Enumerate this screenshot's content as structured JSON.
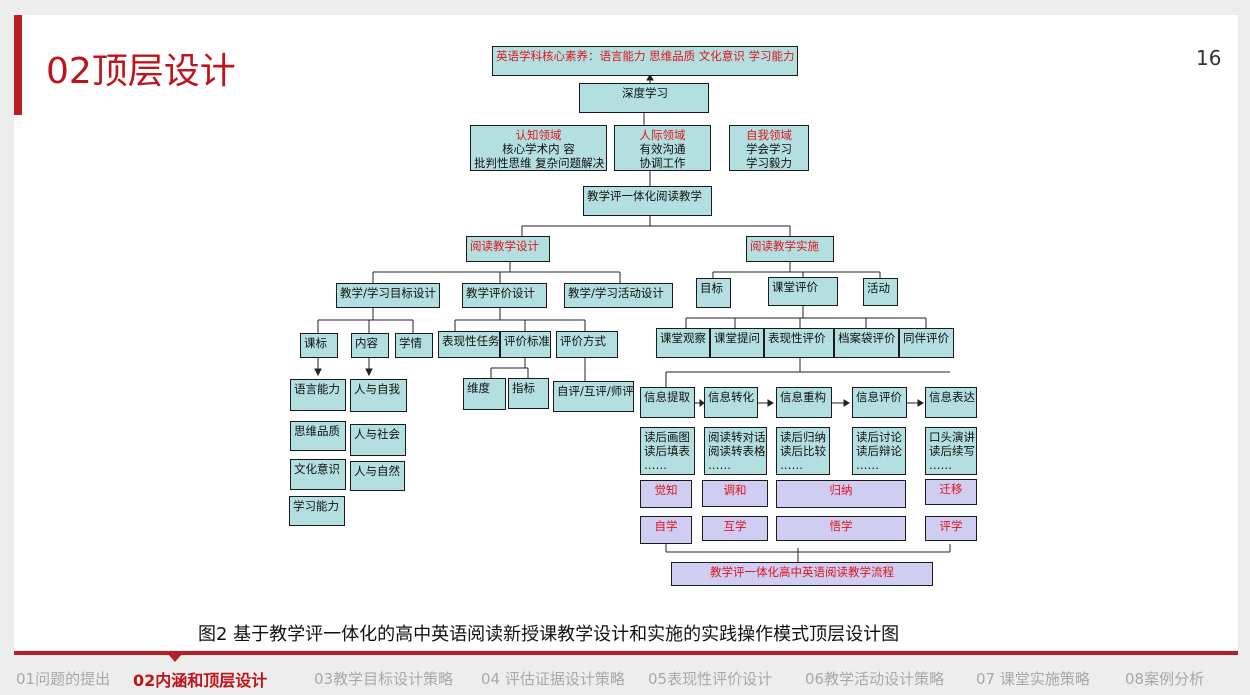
{
  "title": "02顶层设计",
  "page_number": "16",
  "caption": "图2  基于教学评一体化的高中英语阅读新授课教学设计和实施的实践操作模式顶层设计图",
  "diagram": {
    "top": "英语学科核心素养：语言能力 思维品质 文化意识 学习能力",
    "deep_learning": "深度学习",
    "cognitive": {
      "head": "认知领域",
      "line1": "核心学术内 容",
      "line2": "批判性思维  复杂问题解决"
    },
    "interpersonal": {
      "head": "人际领域",
      "line1": "有效沟通",
      "line2": "协调工作"
    },
    "self": {
      "head": "自我领域",
      "line1": "学会学习",
      "line2": "学习毅力"
    },
    "integration": "教学评一体化阅读教学",
    "design": "阅读教学设计",
    "implementation": "阅读教学实施",
    "goal_design": "教学/学习目标设计",
    "eval_design": "教学评价设计",
    "activity_design": "教学/学习活动设计",
    "impl_goal": "目标",
    "impl_eval": "课堂评价",
    "impl_activity": "活动",
    "curriculum_std": "课标",
    "content": "内容",
    "learning_status": "学情",
    "performance_task": "表现性任务",
    "eval_standard": "评价标准",
    "eval_method": "评价方式",
    "observe": "课堂观察",
    "question": "课堂提问",
    "perf_eval": "表现性评价",
    "portfolio": "档案袋评价",
    "peer_eval": "同伴评价",
    "lang_ability": "语言能力",
    "thinking": "思维品质",
    "culture": "文化意识",
    "learning_ability": "学习能力",
    "human_self": "人与自我",
    "human_society": "人与社会",
    "human_nature": "人与自然",
    "dimension": "维度",
    "indicator": "指标",
    "self_peer_teacher": "自评/互评/师评",
    "steps": [
      {
        "name": "信息提取",
        "line1": "读后画图",
        "line2": "读后填表",
        "dots": "……"
      },
      {
        "name": "信息转化",
        "line1": "阅读转对话",
        "line2": "阅读转表格",
        "dots": "……"
      },
      {
        "name": "信息重构",
        "line1": "读后归纳",
        "line2": "读后比较",
        "dots": "……"
      },
      {
        "name": "信息评价",
        "line1": "读后讨论",
        "line2": "读后辩论",
        "dots": "……"
      },
      {
        "name": "信息表达",
        "line1": "口头演讲",
        "line2": "读后续写",
        "dots": "……"
      }
    ],
    "level_row": {
      "a": "觉知",
      "b": "调和",
      "c": "归纳",
      "d": "迁移"
    },
    "learn_row": {
      "a": "自学",
      "b": "互学",
      "c": "悟学",
      "d": "评学"
    },
    "flow": "教学评一体化高中英语阅读教学流程"
  },
  "nav": [
    "01问题的提出",
    "02内涵和顶层设计",
    "03教学目标设计策略",
    "04 评估证据设计策略",
    "05表现性评价设计",
    "06教学活动设计策略",
    "07 课堂实施策略",
    "08案例分析"
  ],
  "colors": {
    "accent": "#c0141c",
    "box_fill": "#b4dfe0",
    "purple_fill": "#cfcdf2",
    "highlight_text": "#e0141c"
  }
}
